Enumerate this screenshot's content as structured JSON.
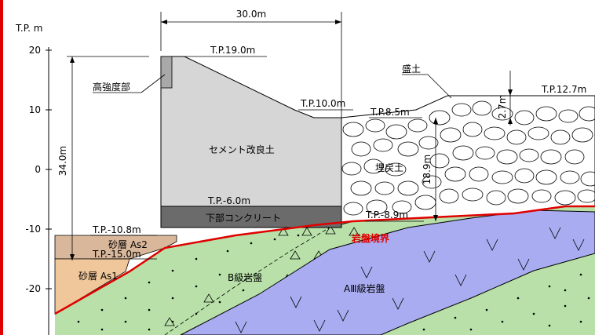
{
  "axis": {
    "unit_label": "T.P.  m",
    "ticks": [
      "20",
      "10",
      "0",
      "-10",
      "-20"
    ]
  },
  "dimensions": {
    "top_width": "30.0m",
    "total_height": "34.0m",
    "backfill_height": "18.9m",
    "embankment_height": "2.7m"
  },
  "elevations": {
    "crest": "T.P.19.0m",
    "berm": "T.P.10.0m",
    "backfill_top": "T.P.8.5m",
    "embankment_top": "T.P.12.7m",
    "concrete_top": "T.P.-6.0m",
    "base": "T.P.-8.9m",
    "as2_top": "T.P.-10.8m",
    "as2_bottom": "T.P.-15.0m"
  },
  "labels": {
    "high_strength": "高強度部",
    "cement_soil": "セメント改良土",
    "lower_concrete": "下部コンクリート",
    "embankment": "盛土",
    "backfill": "埋戻土",
    "rock_boundary": "岩盤境界",
    "b_rock": "B級岩盤",
    "a3_rock": "AⅢ級岩盤",
    "sand_as2": "砂層 As2",
    "sand_as1": "砂層 As1"
  },
  "colors": {
    "cement_soil": "#d6d6d6",
    "lower_concrete": "#6b6b6b",
    "high_strength": "#a9a9a9",
    "b_rock": "#b8e0a8",
    "a3_rock": "#a9acf0",
    "sand_as2": "#d9b79a",
    "sand_as1": "#f0c79a",
    "rock_boundary": "#e00000",
    "frame": "#e00000"
  }
}
